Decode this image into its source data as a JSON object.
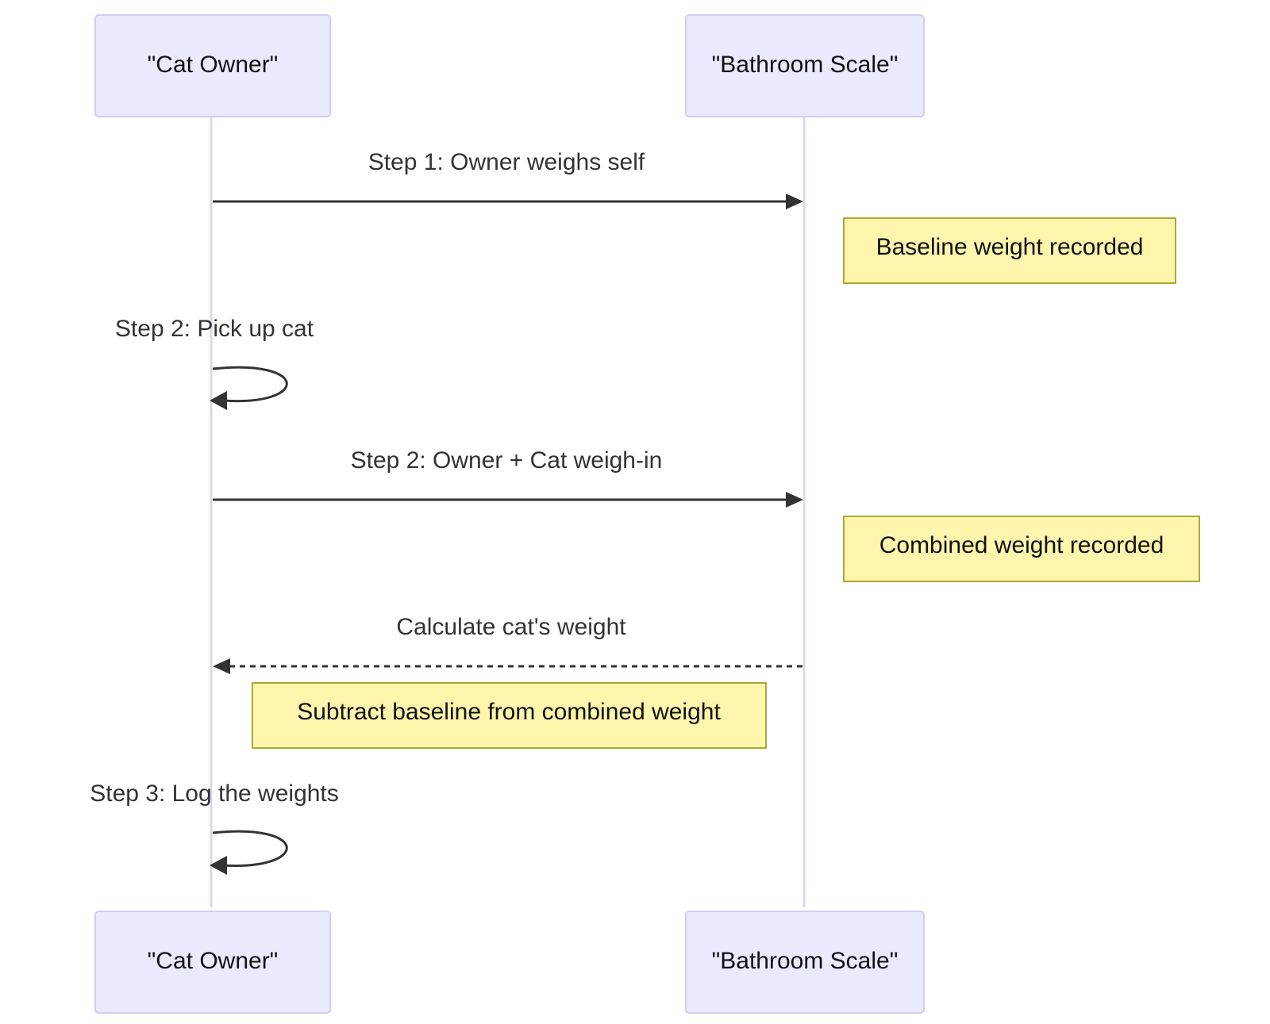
{
  "participants": {
    "owner": "\"Cat Owner\"",
    "scale": "\"Bathroom Scale\""
  },
  "messages": [
    {
      "from": "owner",
      "to": "scale",
      "label": "Step 1: Owner weighs self",
      "style": "solid"
    },
    {
      "from": "owner",
      "to": "owner",
      "label": "Step 2: Pick up cat",
      "style": "solid"
    },
    {
      "from": "owner",
      "to": "scale",
      "label": "Step 2: Owner + Cat weigh-in",
      "style": "solid"
    },
    {
      "from": "scale",
      "to": "owner",
      "label": "Calculate cat's weight",
      "style": "dashed"
    },
    {
      "from": "owner",
      "to": "owner",
      "label": "Step 3: Log the weights",
      "style": "solid"
    }
  ],
  "notes": [
    {
      "text": "Baseline weight recorded",
      "position": "right of Bathroom Scale"
    },
    {
      "text": "Combined weight recorded",
      "position": "right of Bathroom Scale"
    },
    {
      "text": "Subtract baseline from combined weight",
      "position": "over Cat Owner and Bathroom Scale"
    }
  ],
  "colors": {
    "actor_fill": "#eaeaff",
    "actor_border": "#d3ccf2",
    "lifeline": "#dcd4f7",
    "message_line": "#333333",
    "note_fill": "#fff5ad",
    "note_border": "#aaaa33"
  }
}
